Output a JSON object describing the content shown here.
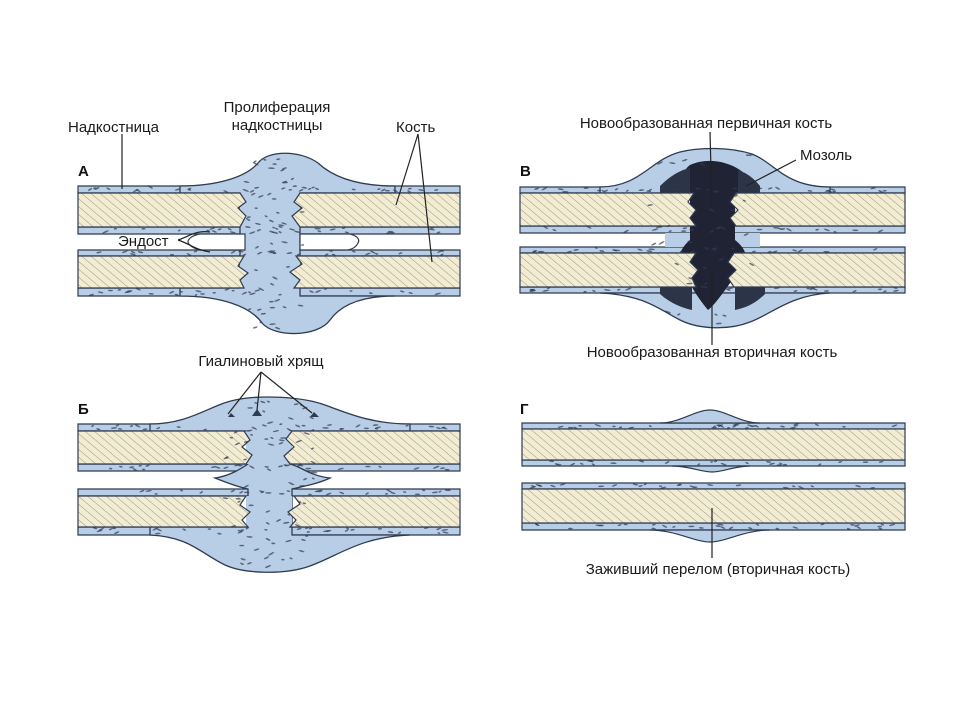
{
  "colors": {
    "tissue": "#b8cde6",
    "tissue_edge": "#2f3b50",
    "bone": "#f1ecd2",
    "hatch": "#9b9684",
    "callus_dark": "#202334",
    "background": "#ffffff"
  },
  "panels": {
    "a": {
      "letter": "А",
      "periosteum": "Надкостница",
      "proliferation_1": "Пролиферация",
      "proliferation_2": "надкостницы",
      "bone": "Кость",
      "endosteum": "Эндост"
    },
    "b": {
      "letter": "Б",
      "cartilage": "Гиалиновый хрящ"
    },
    "v": {
      "letter": "В",
      "primary_bone": "Новообразованная первичная кость",
      "callus": "Мозоль",
      "secondary_bone": "Новообразованная вторичная кость"
    },
    "g": {
      "letter": "Г",
      "healed": "Заживший перелом (вторичная кость)"
    }
  }
}
